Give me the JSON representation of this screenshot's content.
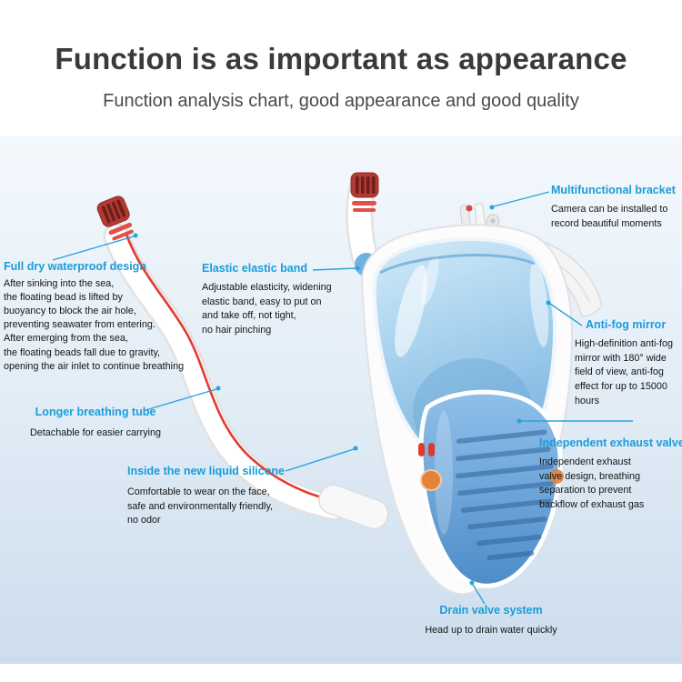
{
  "header": {
    "title": "Function is as important as appearance",
    "subtitle": "Function analysis chart, good appearance and good quality"
  },
  "colors": {
    "label_blue": "#1b9cd9",
    "leader_line_blue": "#29a3dc",
    "title_gray": "#3a3a3a",
    "bg_gradient_top": "#f3f8fc",
    "bg_gradient_bottom": "#ccdded",
    "visor_blue": "#7cb4de",
    "chamber_blue": "#4e8cc9",
    "stripe_red": "#e23b32",
    "valve_orange": "#e2823b"
  },
  "callouts": [
    {
      "id": "multifunctional-bracket",
      "label": "Multifunctional bracket",
      "description": "Camera can be installed to\nrecord beautiful moments"
    },
    {
      "id": "full-dry-waterproof-design",
      "label": "Full dry waterproof design",
      "description": "After sinking into the sea,\nthe floating bead is lifted by\nbuoyancy to block the air hole,\npreventing seawater from entering.\nAfter emerging from the sea,\nthe floating beads fall due to gravity,\nopening the air inlet to continue breathing"
    },
    {
      "id": "elastic-band",
      "label": "Elastic elastic band",
      "description": "Adjustable elasticity, widening\nelastic band, easy to put on\nand take off, not tight,\nno hair pinching"
    },
    {
      "id": "anti-fog-mirror",
      "label": "Anti-fog mirror",
      "description": "High-definition anti-fog\nmirror with 180°  wide\nfield of view, anti-fog\neffect for up to 15000\nhours"
    },
    {
      "id": "longer-breathing-tube",
      "label": "Longer breathing tube",
      "description": "Detachable for easier carrying"
    },
    {
      "id": "liquid-silicone",
      "label": "Inside the new liquid silicone",
      "description": "Comfortable to wear on the face,\nsafe and environmentally friendly,\nno odor"
    },
    {
      "id": "independent-exhaust-valve",
      "label": "Independent exhaust valve",
      "description": "Independent exhaust\nvalve design, breathing\nseparation to prevent\nbackflow of exhaust gas"
    },
    {
      "id": "drain-valve-system",
      "label": "Drain valve system",
      "description": "Head up to drain water quickly"
    }
  ]
}
